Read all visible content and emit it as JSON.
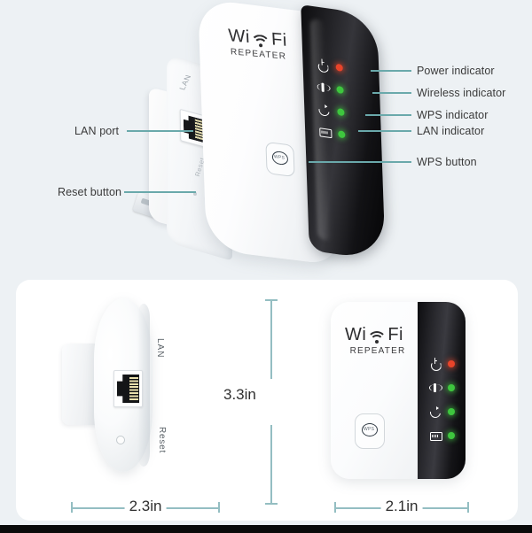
{
  "page": {
    "background_color": "#edf1f4",
    "card_color": "#ffffff",
    "leader_line_color": "#6aa9ab",
    "label_text_color": "#3a3a3a",
    "dimension_line_color": "#94bec2"
  },
  "product": {
    "brand_line_1": "Wi",
    "brand_line_1b": "Fi",
    "brand_line_2": "REPEATER",
    "wps_button_text": "WPS",
    "lan_port_text": "LAN",
    "reset_text": "Reset"
  },
  "callouts": {
    "right": [
      {
        "id": "power-indicator",
        "label": "Power indicator",
        "led_color": "#e8442a",
        "icon": "power-icon"
      },
      {
        "id": "wireless-indicator",
        "label": "Wireless indicator",
        "led_color": "#3ec63e",
        "icon": "wireless-antenna-icon"
      },
      {
        "id": "wps-indicator",
        "label": "WPS indicator",
        "led_color": "#3ec63e",
        "icon": "wps-refresh-icon"
      },
      {
        "id": "lan-indicator",
        "label": "LAN indicator",
        "led_color": "#3ec63e",
        "icon": "lan-port-icon"
      },
      {
        "id": "wps-button",
        "label": "WPS button",
        "led_color": "",
        "icon": "wps-button-icon"
      }
    ],
    "left": [
      {
        "id": "lan-port",
        "label": "LAN port"
      },
      {
        "id": "reset-button",
        "label": "Reset button"
      }
    ]
  },
  "dimensions": {
    "height": "3.3in",
    "side_view_width": "2.3in",
    "front_view_width": "2.1in"
  },
  "views": {
    "hero": "angled three-quarter view of wifi repeater",
    "side": "side profile view with LAN port and reset pinhole",
    "front": "front face view with logo, indicators and WPS button"
  }
}
